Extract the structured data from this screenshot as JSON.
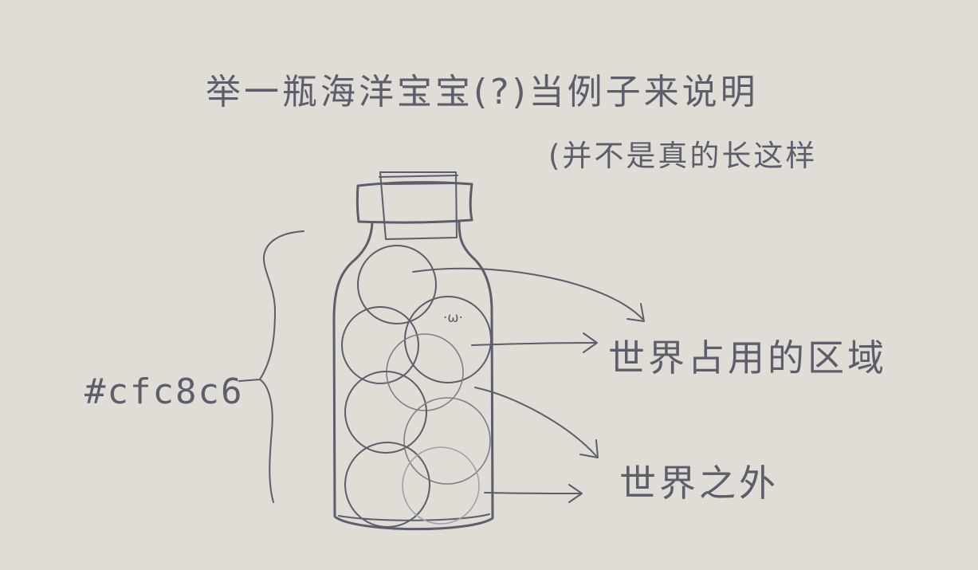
{
  "title": "举一瓶海洋宝宝(?)当例子来说明",
  "subtitle": "(并不是真的长这样",
  "color_label": "#cfc8c6",
  "face": "·ω·",
  "label_world_used": "世界占用的区域",
  "label_outside_world": "世界之外"
}
